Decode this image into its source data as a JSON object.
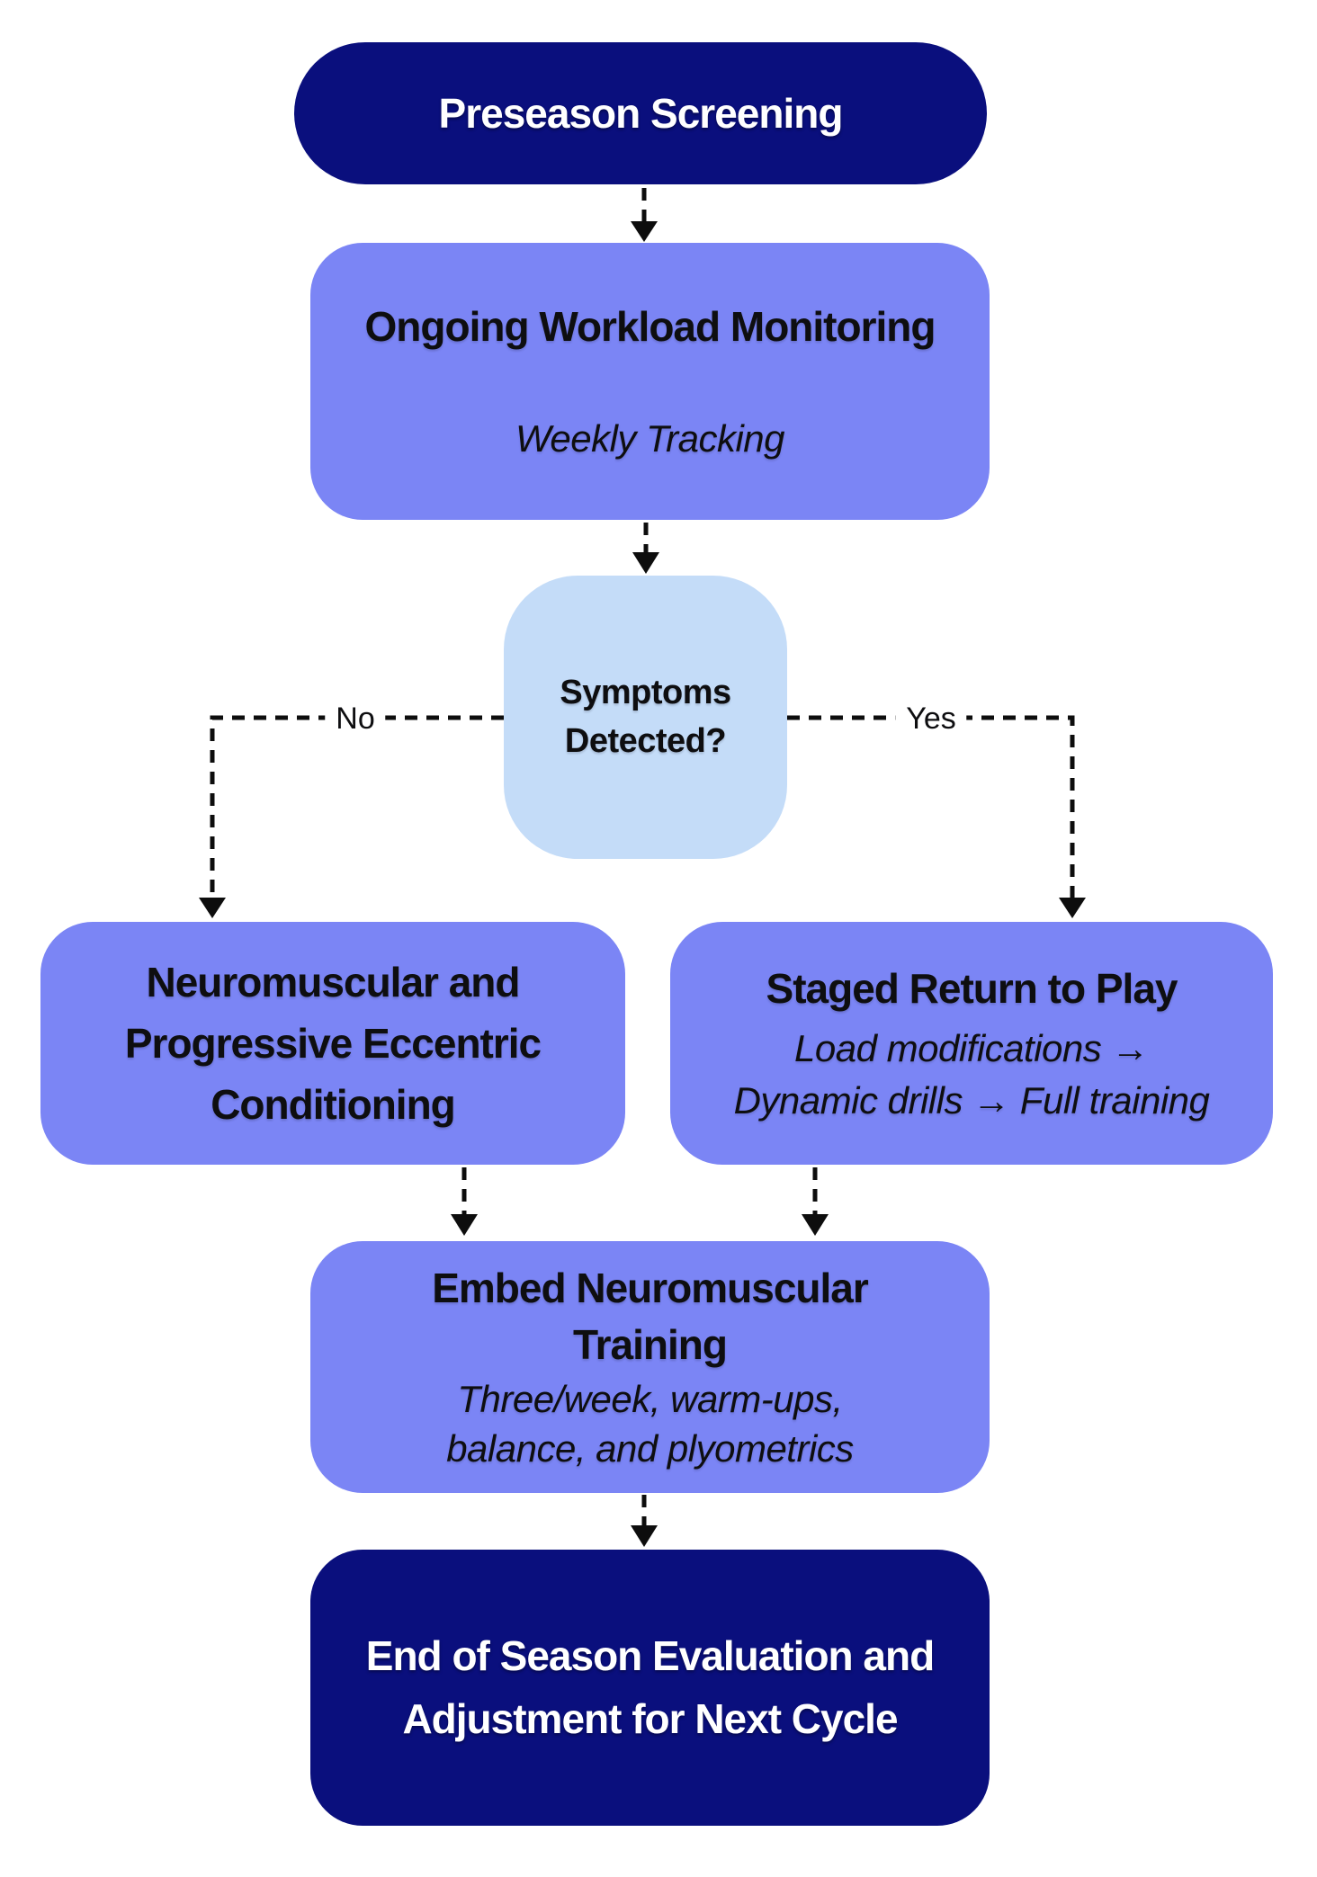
{
  "nodes": {
    "preseason": {
      "title": "Preseason Screening"
    },
    "monitoring": {
      "title": "Ongoing Workload Monitoring",
      "subtitle": "Weekly Tracking"
    },
    "decision": {
      "lines": [
        "Symptoms",
        "Detected?"
      ]
    },
    "conditioning": {
      "lines": [
        "Neuromuscular and",
        "Progressive Eccentric",
        "Conditioning"
      ]
    },
    "return_to_play": {
      "title": "Staged Return to Play",
      "subtitle_lines": [
        "Load modifications →",
        "Dynamic drills → Full training"
      ]
    },
    "embed_training": {
      "title_lines": [
        "Embed Neuromuscular",
        "Training"
      ],
      "subtitle_lines": [
        "Three/week, warm-ups,",
        "balance, and plyometrics"
      ]
    },
    "end_season": {
      "lines": [
        "End of Season Evaluation and",
        "Adjustment for Next Cycle"
      ]
    }
  },
  "edges": {
    "no_label": "No",
    "yes_label": "Yes"
  },
  "colors": {
    "navy": "#0A0F7D",
    "purple": "#7B85F5",
    "light_blue": "#C4DCF8",
    "arrow": "#0d0d0d"
  }
}
